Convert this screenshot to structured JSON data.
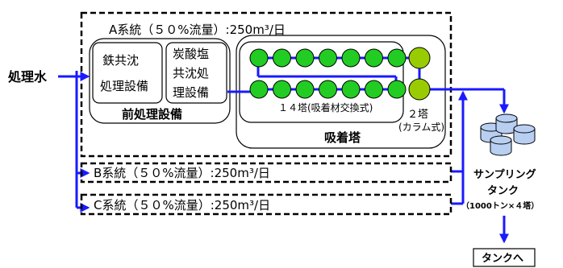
{
  "input_label": "処理水",
  "system_a": {
    "label": "A系統（５０%流量）:250m³/日",
    "iron": {
      "line1": "鉄共沈",
      "line2": "処理設備"
    },
    "carbonate": {
      "line1": "炭酸塩",
      "line2": "共沈処",
      "line3": "理設備"
    },
    "pretreatment_label": "前処理設備",
    "adsorption": {
      "towers_label": "１４塔(吸着材交換式)",
      "column_line1": "２塔",
      "column_line2": "(カラム式)",
      "tower_label": "吸着塔"
    }
  },
  "system_b": {
    "label": "B系統（５０%流量）:250m³/日"
  },
  "system_c": {
    "label": "C系統（５０%流量）:250m³/日"
  },
  "sampling": {
    "line1": "サンプリング",
    "line2": "タンク",
    "line3": "（1000トン×４塔）"
  },
  "output_label": "タンクへ",
  "colors": {
    "flow": "#1a1aff",
    "adsorber_fill": "#22cc22",
    "column_fill": "#99cc00",
    "tank_fill": "#b8cff2"
  }
}
